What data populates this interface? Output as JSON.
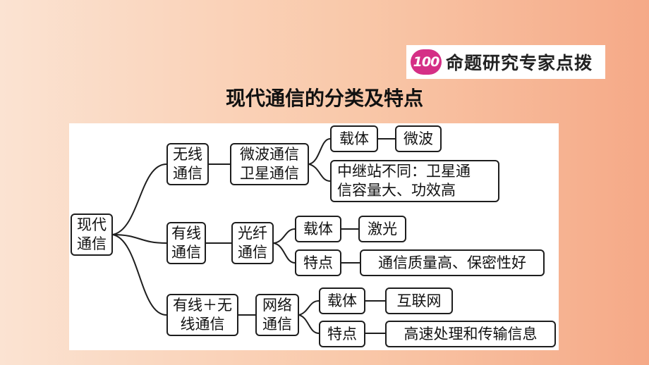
{
  "brand": {
    "logo": "100",
    "text": "命题研究专家点拨"
  },
  "title": "现代通信的分类及特点",
  "diagram": {
    "root": "现代\n通信",
    "wireless": {
      "label": "无线\n通信",
      "child": "微波通信\n卫星通信",
      "carrier_label": "载体",
      "carrier_value": "微波",
      "difference": "中继站不同：卫星通\n信容量大、功效高"
    },
    "fiber": {
      "label": "有线\n通信",
      "child": "光纤\n通信",
      "carrier_label": "载体",
      "carrier_value": "激光",
      "feature_label": "特点",
      "feature_value": "通信质量高、保密性好"
    },
    "network": {
      "label": "有线＋无\n线通信",
      "child": "网络\n通信",
      "carrier_label": "载体",
      "carrier_value": "互联网",
      "feature_label": "特点",
      "feature_value": "高速处理和传输信息"
    }
  }
}
